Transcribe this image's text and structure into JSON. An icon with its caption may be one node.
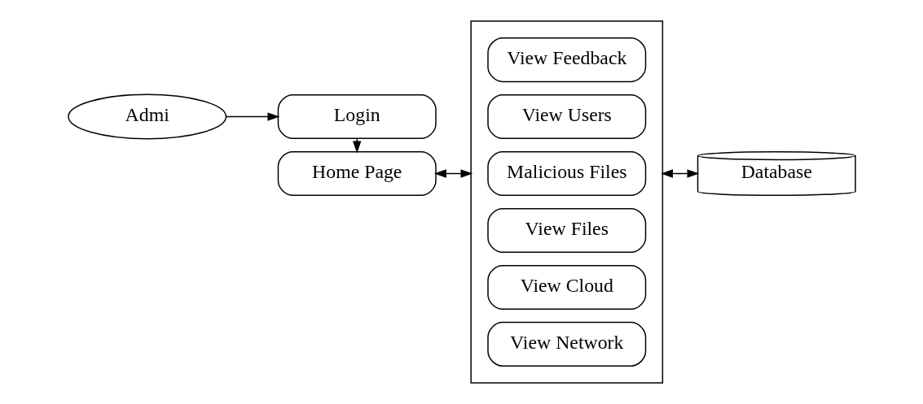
{
  "diagram": {
    "nodes": [
      {
        "text": [
          "Admi"
        ]
      },
      {
        "text": [
          "Login"
        ]
      },
      {
        "text": [
          "Home Page"
        ]
      },
      {
        "text": [],
        "shape": "box"
      },
      {
        "text": [
          "View Network"
        ],
        "in": 3
      },
      {
        "text": [
          "View Cloud"
        ],
        "in": 3
      },
      {
        "text": [
          "View Files"
        ],
        "in": 3
      },
      {
        "text": [
          "Malicious Files"
        ],
        "in": 3
      },
      {
        "text": [
          "View Users"
        ],
        "in": 3
      },
      {
        "text": [
          "View Feedback"
        ],
        "in": 3
      },
      {
        "text": [
          "Database"
        ]
      }
    ],
    "edges": [
      {
        "from": 0,
        "to": 1,
        "arrow": "to"
      },
      {
        "from": 1,
        "to": 2,
        "arrow": "to"
      },
      {
        "from": 2,
        "to": 3,
        "arrow": "both"
      },
      {
        "from": 3,
        "to": 10,
        "arrow": "both"
      }
    ]
  }
}
